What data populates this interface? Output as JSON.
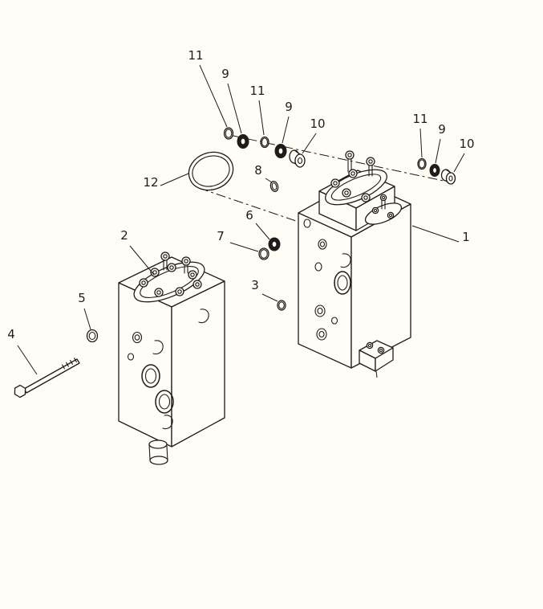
{
  "diagram": {
    "type": "exploded-parts-diagram",
    "background_color": "#fffdf6",
    "line_color": "#1c1c1c",
    "callouts": [
      "11",
      "9",
      "11",
      "9",
      "10",
      "11",
      "9",
      "10",
      "12",
      "8",
      "6",
      "7",
      "2",
      "1",
      "3",
      "5",
      "4"
    ]
  }
}
